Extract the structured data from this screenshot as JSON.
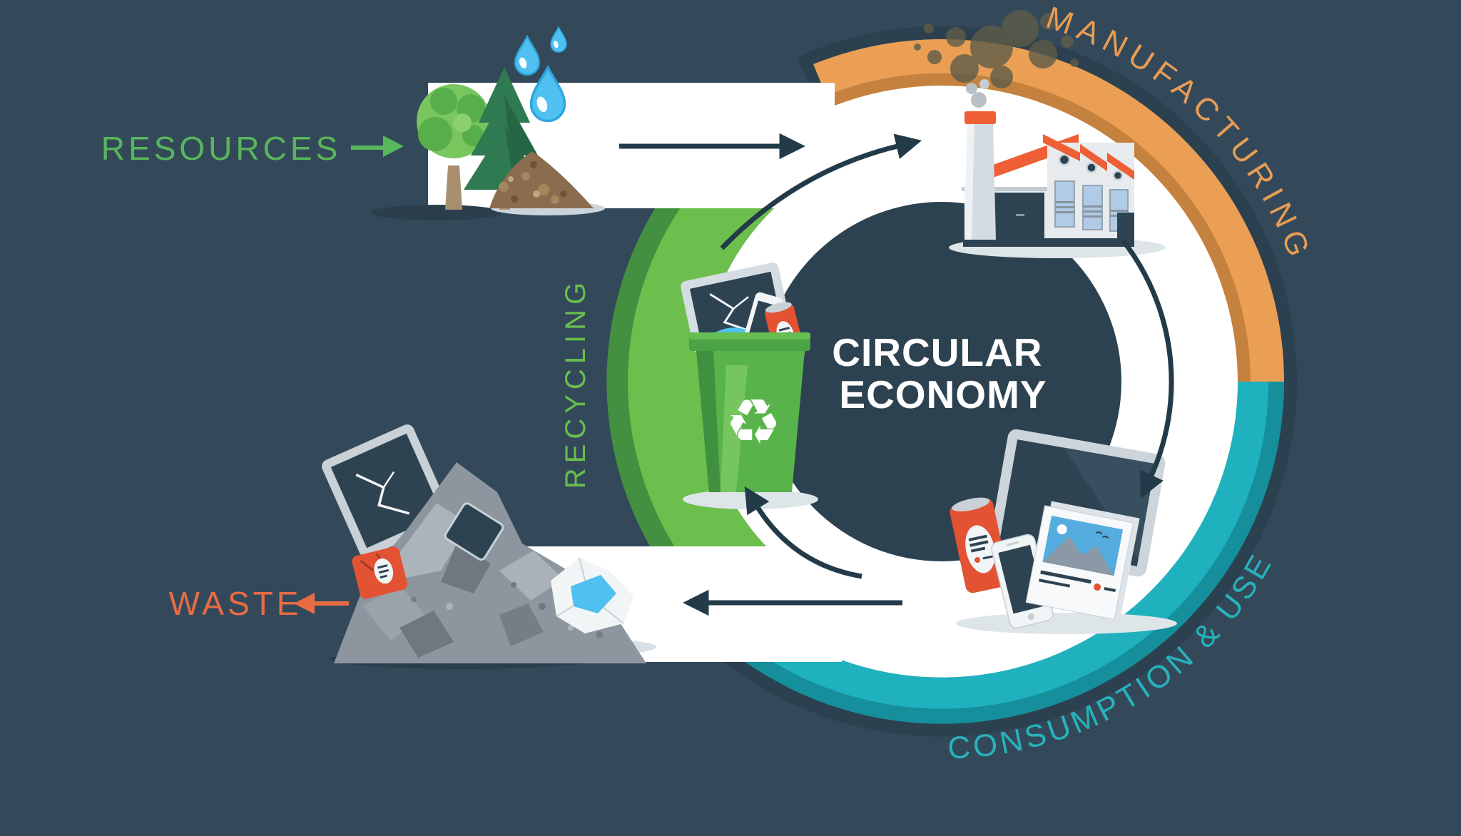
{
  "title": {
    "line1": "CIRCULAR",
    "line2": "ECONOMY"
  },
  "stages": {
    "resources": {
      "label": "RESOURCES",
      "color": "#58B65C"
    },
    "manufacturing": {
      "label": "MANUFACTURING",
      "color": "#E99C53"
    },
    "consumption": {
      "label": "CONSUMPTION & USE",
      "color": "#27B2BC"
    },
    "recycling": {
      "label": "RECYCLING",
      "color": "#69BD4F"
    },
    "waste": {
      "label": "WASTE",
      "color": "#E96B44"
    }
  },
  "icons": {
    "recycle_symbol": "♻"
  },
  "colors": {
    "background": "#33495A",
    "center_disc": "#2D4251",
    "ring_outline": "#2C414F",
    "ring_white": "#FFFFFF",
    "orange_arc": "#EB9F55",
    "orange_arc_shade": "#C5823F",
    "teal_arc": "#1FB1BD",
    "teal_arc_shade": "#148F9B",
    "green_arc": "#6CBF4D",
    "green_arc_shade": "#429040",
    "flow_arrow": "#233A49",
    "can_red": "#E25233",
    "roof_red": "#EE5F35",
    "screen_dark": "#2E4352",
    "drop_blue": "#4FC0EF",
    "title_text": "#FFFFFF"
  }
}
